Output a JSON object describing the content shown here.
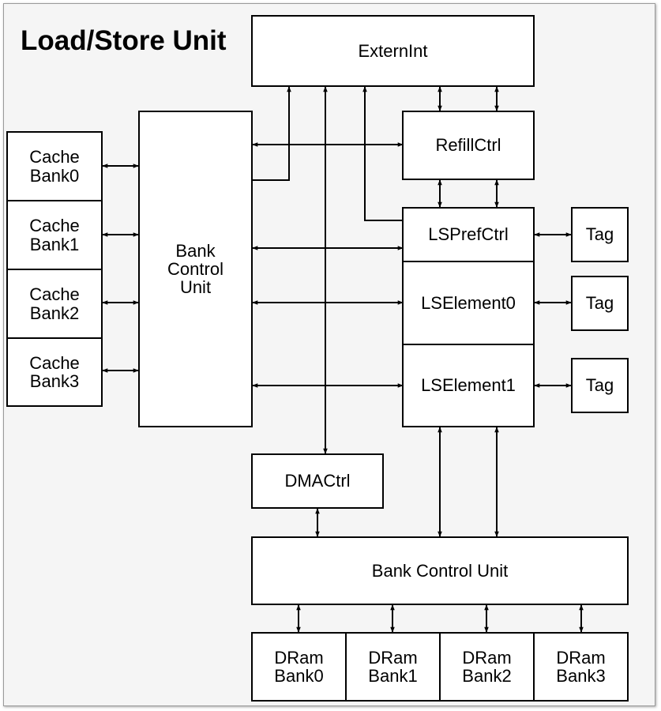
{
  "title": "Load/Store Unit",
  "blocks": {
    "extern_int": "ExternInt",
    "refill_ctrl": "RefillCtrl",
    "ls_pref_ctrl": "LSPrefCtrl",
    "ls_element0": "LSElement0",
    "ls_element1": "LSElement1",
    "tag0": "Tag",
    "tag1": "Tag",
    "tag2": "Tag",
    "bank_control_top": [
      "Bank",
      "Control",
      "Unit"
    ],
    "cache_banks": [
      [
        "Cache",
        "Bank0"
      ],
      [
        "Cache",
        "Bank1"
      ],
      [
        "Cache",
        "Bank2"
      ],
      [
        "Cache",
        "Bank3"
      ]
    ],
    "dma_ctrl": "DMACtrl",
    "bank_control_bottom": "Bank Control Unit",
    "dram_banks": [
      [
        "DRam",
        "Bank0"
      ],
      [
        "DRam",
        "Bank1"
      ],
      [
        "DRam",
        "Bank2"
      ],
      [
        "DRam",
        "Bank3"
      ]
    ]
  }
}
